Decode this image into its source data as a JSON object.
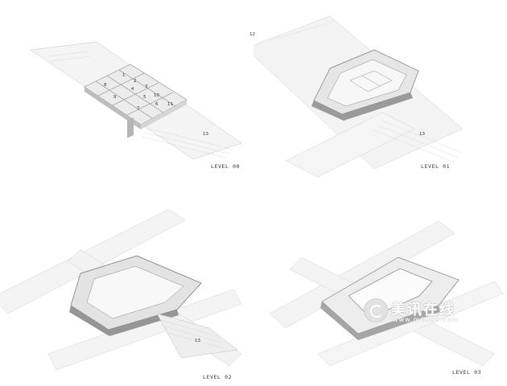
{
  "panels": [
    {
      "level_label": "LEVEL 00",
      "numbers": [
        "1",
        "2",
        "3",
        "4",
        "5",
        "6",
        "7",
        "8",
        "9",
        "10",
        "11",
        "13"
      ]
    },
    {
      "level_label": "LEVEL 01",
      "numbers": [
        "12",
        "13"
      ]
    },
    {
      "level_label": "LEVEL 02",
      "numbers": [
        "13"
      ]
    },
    {
      "level_label": "LEVEL 03",
      "numbers": []
    }
  ],
  "watermark": {
    "main": "美讯在线",
    "sub": "www.m6699.com"
  },
  "colors": {
    "surface": "#f1f1f1",
    "edge": "#9a9a9a",
    "hatch": "#c9c9c9",
    "shadow": "#8a8a8a",
    "ink": "#333333"
  }
}
